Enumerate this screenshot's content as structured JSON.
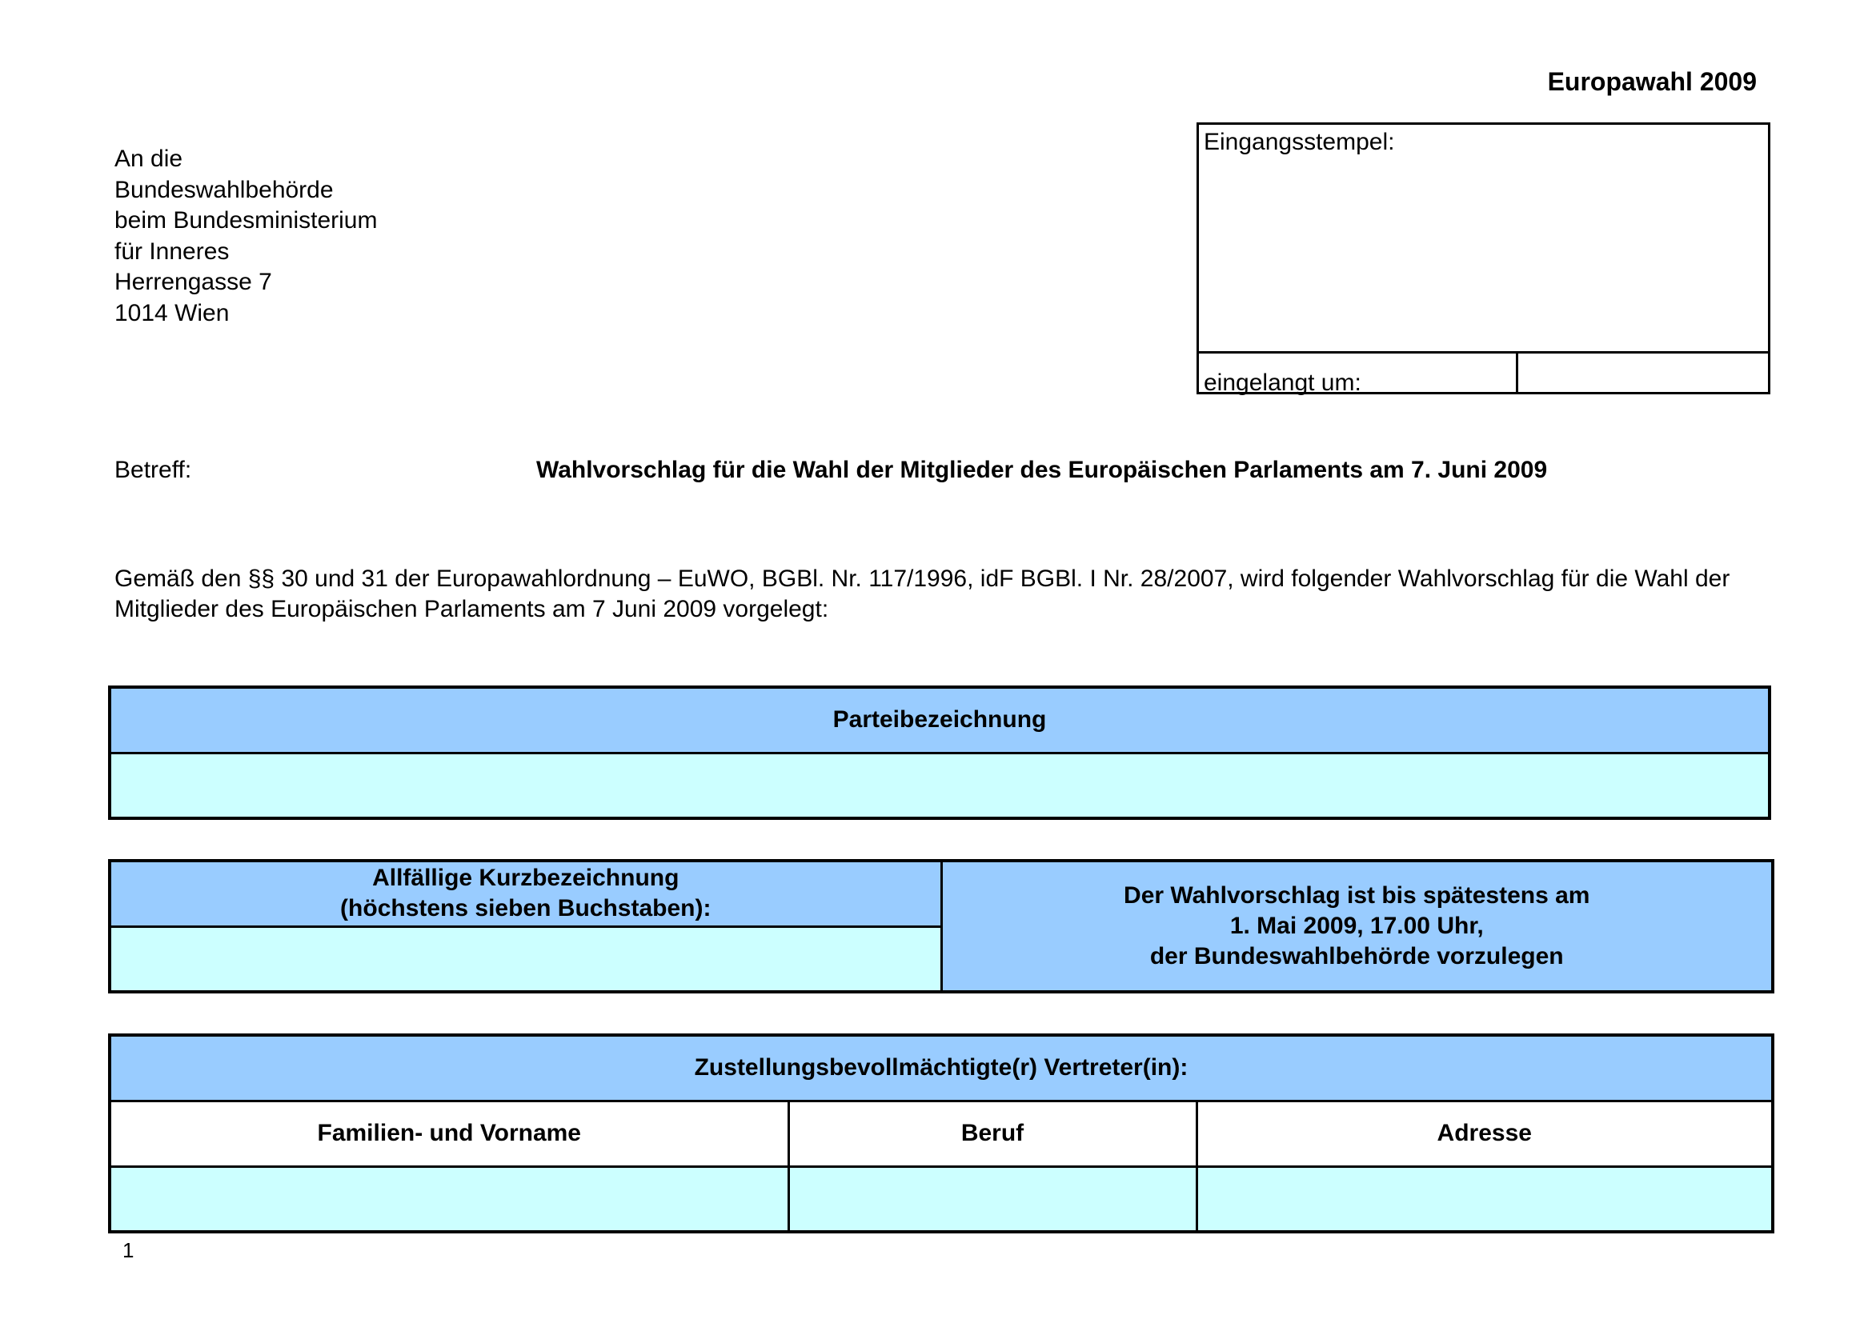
{
  "header": {
    "election_title": "Europawahl 2009"
  },
  "recipient": {
    "lines": [
      "An die",
      "Bundeswahlbehörde",
      "beim Bundesministerium",
      "für Inneres",
      "Herrengasse 7",
      "1014 Wien"
    ]
  },
  "stamp": {
    "label": "Eingangsstempel:",
    "received_label": "eingelangt um:"
  },
  "subject": {
    "label": "Betreff:",
    "text": "Wahlvorschlag für die Wahl der Mitglieder des Europäischen Parlaments am 7. Juni 2009"
  },
  "intro": {
    "text": "Gemäß den §§ 30 und 31 der Europawahlordnung – EuWO, BGBl. Nr. 117/1996, idF BGBl. I Nr. 28/2007, wird folgender Wahlvorschlag für die Wahl der Mitglieder des Europäischen Parlaments am 7 Juni 2009 vorgelegt:"
  },
  "party": {
    "header": "Parteibezeichnung",
    "value": ""
  },
  "short_name": {
    "header_line1": "Allfällige Kurzbezeichnung",
    "header_line2": "(höchstens sieben Buchstaben):",
    "value": "",
    "deadline_line1": "Der Wahlvorschlag ist bis spätestens am",
    "deadline_line2": "1. Mai 2009, 17.00 Uhr,",
    "deadline_line3": "der Bundeswahlbehörde vorzulegen"
  },
  "representative": {
    "header": "Zustellungsbevollmächtigte(r) Vertreter(in):",
    "columns": [
      "Familien- und Vorname",
      "Beruf",
      "Adresse"
    ],
    "values": [
      "",
      "",
      ""
    ]
  },
  "footer": {
    "page_number": "1"
  },
  "colors": {
    "header_fill": "#99ccff",
    "input_fill": "#ccffff"
  }
}
